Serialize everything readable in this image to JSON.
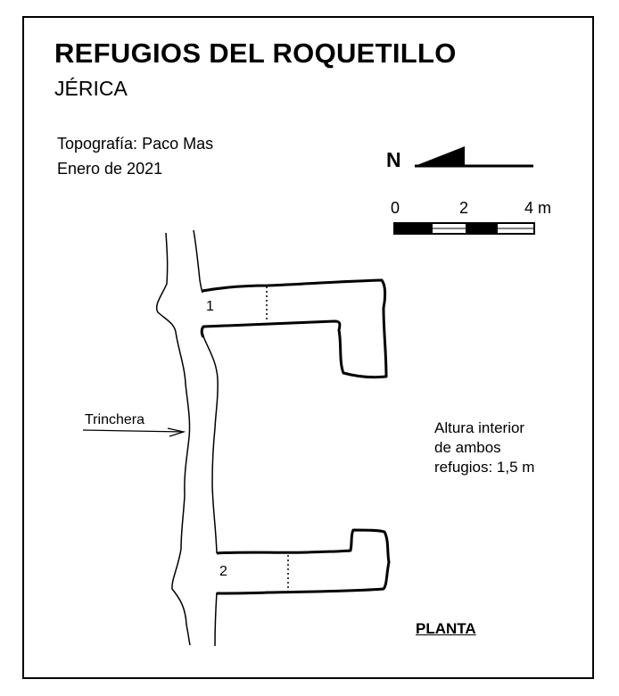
{
  "title": "REFUGIOS DEL ROQUETILLO",
  "subtitle": "JÉRICA",
  "credits": {
    "topography": "Topografía: Paco Mas",
    "date": "Enero de 2021"
  },
  "north_arrow": {
    "label": "N"
  },
  "scale": {
    "labels": [
      "0",
      "2",
      "4 m"
    ]
  },
  "labels": {
    "trench": "Trinchera",
    "shelter_1": "1",
    "shelter_2": "2",
    "view": "PLANTA"
  },
  "note": {
    "line1": "Altura interior",
    "line2": "de ambos",
    "line3": "refugios: 1,5 m"
  }
}
